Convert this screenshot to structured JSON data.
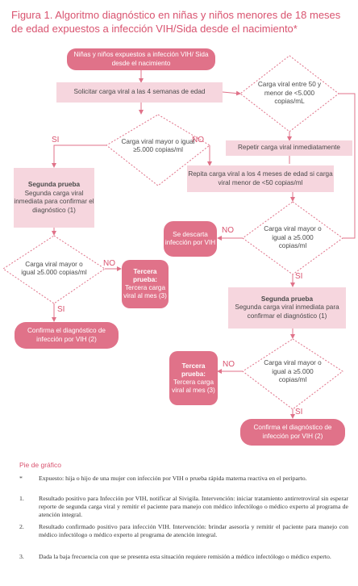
{
  "title": "Figura 1. Algoritmo diagnóstico en niñas y niños menores de 18 meses de edad expuestos a infección VIH/Sida desde el nacimiento*",
  "nodes": {
    "start": "Niñas y niños expuestos a infección VIH/ Sida desde el nacimiento",
    "request_load": "Solicitar carga viral a las 4 semanas de edad",
    "decision_50_5000": "Carga viral entre 50 y menor de <5.000 copias/mL",
    "decision_ge5000_top": "Carga viral mayor o igual ≥5.000 copias/ml",
    "repeat_immediately": "Repetir carga viral inmediatamente",
    "second_test_left_title": "Segunda prueba",
    "second_test_left_body": "Segunda carga viral inmediata para confirmar el diagnóstico (1)",
    "repeat_4_months": "Repita carga viral a los 4 meses de edad si carga viral menor de <50 copias/ml",
    "discarded": "Se descarta infección por VIH",
    "decision_ge5000_mid_right": "Carga viral mayor o igual a ≥5.000 copias/ml",
    "decision_ge5000_left": "Carga viral mayor o igual ≥5.000 copias/ml",
    "third_test_left_title": "Tercera prueba:",
    "third_test_left_body": "Tercera carga viral al mes (3)",
    "confirm_left": "Confirma el diagnóstico de infección por VIH (2)",
    "second_test_right_title": "Segunda prueba",
    "second_test_right_body": "Segunda carga viral inmediata para confirmar el diagnóstico (1)",
    "third_test_right_title": "Tercera prueba:",
    "third_test_right_body": "Tercera carga viral al mes (3)",
    "decision_ge5000_bottom_right": "Carga viral mayor o igual a ≥5.000 copias/ml",
    "confirm_right": "Confirma el diagnóstico de infección por VIH (2)"
  },
  "labels": {
    "si": "SI",
    "no": "NO"
  },
  "footer": {
    "heading": "Pie de gráfico",
    "notes": [
      {
        "marker": "*",
        "text": "Expuesto: hija o hijo de una mujer con infección por VIH o prueba rápida materna reactiva en el periparto."
      },
      {
        "marker": "1.",
        "text": "Resultado positivo para Infección por VIH, notificar al Sivigila. Intervención: iniciar tratamiento antirretroviral sin esperar reporte de segunda carga viral y remitir el paciente para manejo con médico infectólogo o médico experto al programa de atención integral."
      },
      {
        "marker": "2.",
        "text": "Resultado confirmado positivo para infección VIH. Intervención: brindar asesoría y remitir el paciente para manejo con médico infectólogo o médico experto al programa de atención integral."
      },
      {
        "marker": "3.",
        "text": "Dada la baja frecuencia con que se presenta esta situación requiere remisión a médico infectólogo o médico experto."
      }
    ]
  },
  "colors": {
    "accent": "#d9536f",
    "pill": "#e07289",
    "box": "#f6d6de",
    "line": "#e07289"
  }
}
